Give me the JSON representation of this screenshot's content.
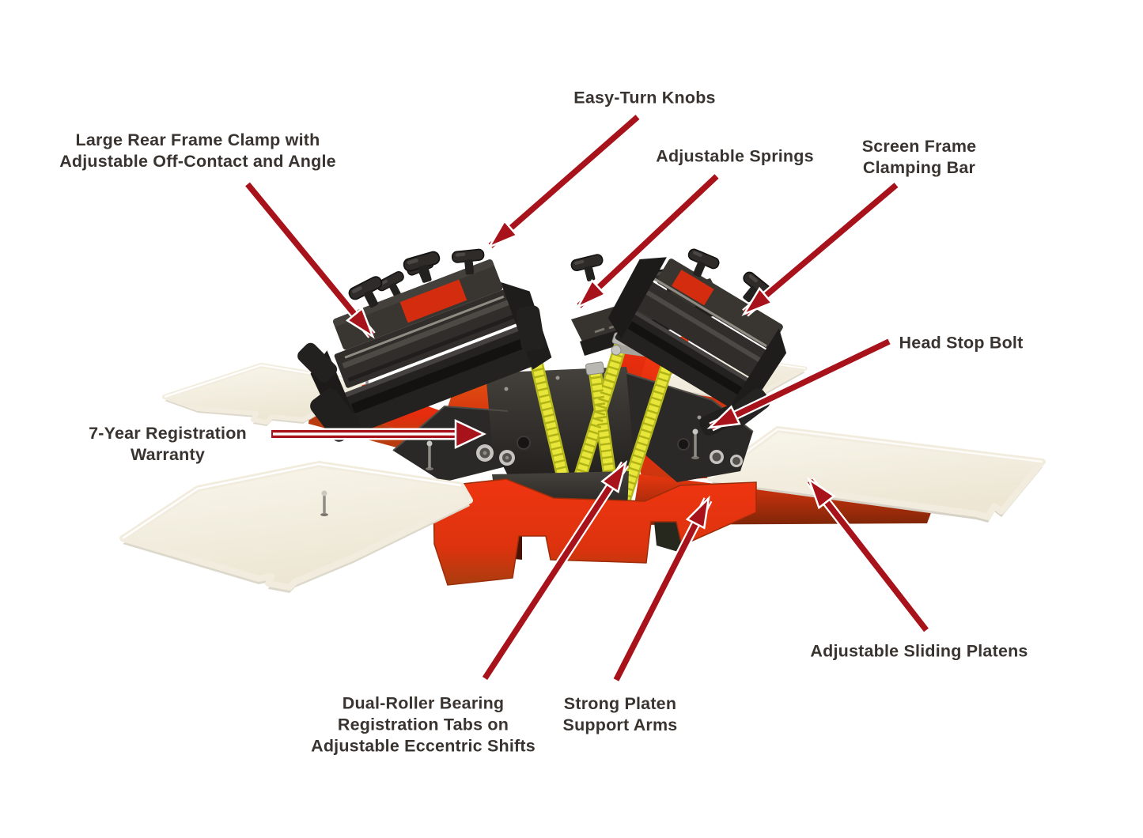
{
  "page": {
    "background": "#ffffff"
  },
  "colors": {
    "page_bg": "#ffffff",
    "arrow": "#a8121a",
    "label_text": "#393430",
    "machine_red": "#e8330f",
    "machine_red_dark": "#b5430f",
    "platen": "#f3efe2",
    "platen_shadow": "#d8d4c7",
    "spring_yellow": "#e2e136",
    "frame_black": "#2b2927"
  },
  "diagram": {
    "subject": "4-color rotary screen printing press with callouts",
    "labels": [
      {
        "id": "easy-turn-knobs",
        "text": "Easy-Turn Knobs"
      },
      {
        "id": "rear-frame-clamp",
        "text": "Large Rear Frame Clamp with\nAdjustable Off-Contact and Angle"
      },
      {
        "id": "adjustable-springs",
        "text": "Adjustable Springs"
      },
      {
        "id": "screen-frame-clamping-bar",
        "text": "Screen Frame\nClamping Bar"
      },
      {
        "id": "head-stop-bolt",
        "text": "Head Stop Bolt"
      },
      {
        "id": "registration-warranty",
        "text": "7-Year Registration\nWarranty"
      },
      {
        "id": "dual-roller-bearing",
        "text": "Dual-Roller Bearing\nRegistration Tabs on\nAdjustable Eccentric Shifts"
      },
      {
        "id": "platen-support-arms",
        "text": "Strong Platen\nSupport Arms"
      },
      {
        "id": "sliding-platens",
        "text": "Adjustable Sliding Platens"
      }
    ]
  }
}
